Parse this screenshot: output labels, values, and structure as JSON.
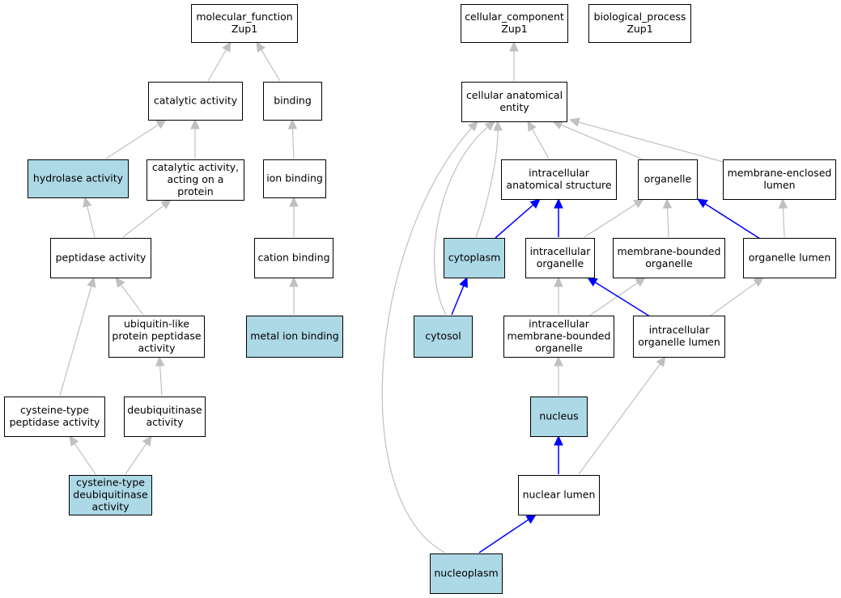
{
  "colors": {
    "highlight_fill": "#add8e6",
    "normal_fill": "#ffffff",
    "is_a_edge": "#c0c0c0",
    "part_of_edge": "#0000ff"
  },
  "nodes": [
    {
      "id": "mf",
      "lines": [
        "molecular_function",
        "Zup1"
      ],
      "highlight": false
    },
    {
      "id": "catalytic",
      "lines": [
        "catalytic activity"
      ],
      "highlight": false
    },
    {
      "id": "binding",
      "lines": [
        "binding"
      ],
      "highlight": false
    },
    {
      "id": "hydrolase",
      "lines": [
        "hydrolase activity"
      ],
      "highlight": true
    },
    {
      "id": "cat_protein",
      "lines": [
        "catalytic activity,",
        "acting on a",
        "protein"
      ],
      "highlight": false
    },
    {
      "id": "ion_binding",
      "lines": [
        "ion binding"
      ],
      "highlight": false
    },
    {
      "id": "peptidase",
      "lines": [
        "peptidase activity"
      ],
      "highlight": false
    },
    {
      "id": "cation",
      "lines": [
        "cation binding"
      ],
      "highlight": false
    },
    {
      "id": "ubl",
      "lines": [
        "ubiquitin-like",
        "protein peptidase",
        "activity"
      ],
      "highlight": false
    },
    {
      "id": "metal",
      "lines": [
        "metal ion binding"
      ],
      "highlight": true
    },
    {
      "id": "cys_pep",
      "lines": [
        "cysteine-type",
        "peptidase activity"
      ],
      "highlight": false
    },
    {
      "id": "deubiq",
      "lines": [
        "deubiquitinase",
        "activity"
      ],
      "highlight": false
    },
    {
      "id": "cys_deubiq",
      "lines": [
        "cysteine-type",
        "deubiquitinase",
        "activity"
      ],
      "highlight": true
    },
    {
      "id": "cc",
      "lines": [
        "cellular_component",
        "Zup1"
      ],
      "highlight": false
    },
    {
      "id": "bp",
      "lines": [
        "biological_process",
        "Zup1"
      ],
      "highlight": false
    },
    {
      "id": "cae",
      "lines": [
        "cellular anatomical",
        "entity"
      ],
      "highlight": false
    },
    {
      "id": "ias",
      "lines": [
        "intracellular",
        "anatomical structure"
      ],
      "highlight": false
    },
    {
      "id": "organelle",
      "lines": [
        "organelle"
      ],
      "highlight": false
    },
    {
      "id": "mel",
      "lines": [
        "membrane-enclosed",
        "lumen"
      ],
      "highlight": false
    },
    {
      "id": "cytoplasm",
      "lines": [
        "cytoplasm"
      ],
      "highlight": true
    },
    {
      "id": "io",
      "lines": [
        "intracellular",
        "organelle"
      ],
      "highlight": false
    },
    {
      "id": "mbo",
      "lines": [
        "membrane-bounded",
        "organelle"
      ],
      "highlight": false
    },
    {
      "id": "ol",
      "lines": [
        "organelle lumen"
      ],
      "highlight": false
    },
    {
      "id": "cytosol",
      "lines": [
        "cytosol"
      ],
      "highlight": true
    },
    {
      "id": "imbo",
      "lines": [
        "intracellular",
        "membrane-bounded",
        "organelle"
      ],
      "highlight": false
    },
    {
      "id": "iol",
      "lines": [
        "intracellular",
        "organelle lumen"
      ],
      "highlight": false
    },
    {
      "id": "nucleus",
      "lines": [
        "nucleus"
      ],
      "highlight": true
    },
    {
      "id": "nl",
      "lines": [
        "nuclear lumen"
      ],
      "highlight": false
    },
    {
      "id": "np",
      "lines": [
        "nucleoplasm"
      ],
      "highlight": true
    }
  ],
  "edges": [
    {
      "from": "catalytic",
      "to": "mf",
      "type": "is_a"
    },
    {
      "from": "binding",
      "to": "mf",
      "type": "is_a"
    },
    {
      "from": "hydrolase",
      "to": "catalytic",
      "type": "is_a"
    },
    {
      "from": "cat_protein",
      "to": "catalytic",
      "type": "is_a"
    },
    {
      "from": "ion_binding",
      "to": "binding",
      "type": "is_a"
    },
    {
      "from": "peptidase",
      "to": "hydrolase",
      "type": "is_a"
    },
    {
      "from": "peptidase",
      "to": "cat_protein",
      "type": "is_a"
    },
    {
      "from": "cation",
      "to": "ion_binding",
      "type": "is_a"
    },
    {
      "from": "ubl",
      "to": "peptidase",
      "type": "is_a"
    },
    {
      "from": "metal",
      "to": "cation",
      "type": "is_a"
    },
    {
      "from": "cys_pep",
      "to": "peptidase",
      "type": "is_a"
    },
    {
      "from": "deubiq",
      "to": "ubl",
      "type": "is_a"
    },
    {
      "from": "cys_deubiq",
      "to": "cys_pep",
      "type": "is_a"
    },
    {
      "from": "cys_deubiq",
      "to": "deubiq",
      "type": "is_a"
    },
    {
      "from": "cae",
      "to": "cc",
      "type": "is_a"
    },
    {
      "from": "ias",
      "to": "cae",
      "type": "is_a"
    },
    {
      "from": "organelle",
      "to": "cae",
      "type": "is_a"
    },
    {
      "from": "mel",
      "to": "cae",
      "type": "is_a"
    },
    {
      "from": "cytoplasm",
      "to": "cae",
      "type": "is_a"
    },
    {
      "from": "cytosol",
      "to": "cae",
      "type": "is_a"
    },
    {
      "from": "np",
      "to": "cae",
      "type": "is_a"
    },
    {
      "from": "cytoplasm",
      "to": "ias",
      "type": "part_of"
    },
    {
      "from": "io",
      "to": "ias",
      "type": "part_of"
    },
    {
      "from": "io",
      "to": "organelle",
      "type": "is_a"
    },
    {
      "from": "mbo",
      "to": "organelle",
      "type": "is_a"
    },
    {
      "from": "ol",
      "to": "organelle",
      "type": "part_of"
    },
    {
      "from": "ol",
      "to": "mel",
      "type": "is_a"
    },
    {
      "from": "cytosol",
      "to": "cytoplasm",
      "type": "part_of"
    },
    {
      "from": "imbo",
      "to": "io",
      "type": "is_a"
    },
    {
      "from": "imbo",
      "to": "mbo",
      "type": "is_a"
    },
    {
      "from": "iol",
      "to": "io",
      "type": "part_of"
    },
    {
      "from": "iol",
      "to": "ol",
      "type": "is_a"
    },
    {
      "from": "nucleus",
      "to": "imbo",
      "type": "is_a"
    },
    {
      "from": "nl",
      "to": "nucleus",
      "type": "part_of"
    },
    {
      "from": "nl",
      "to": "iol",
      "type": "is_a"
    },
    {
      "from": "np",
      "to": "nl",
      "type": "part_of"
    }
  ]
}
